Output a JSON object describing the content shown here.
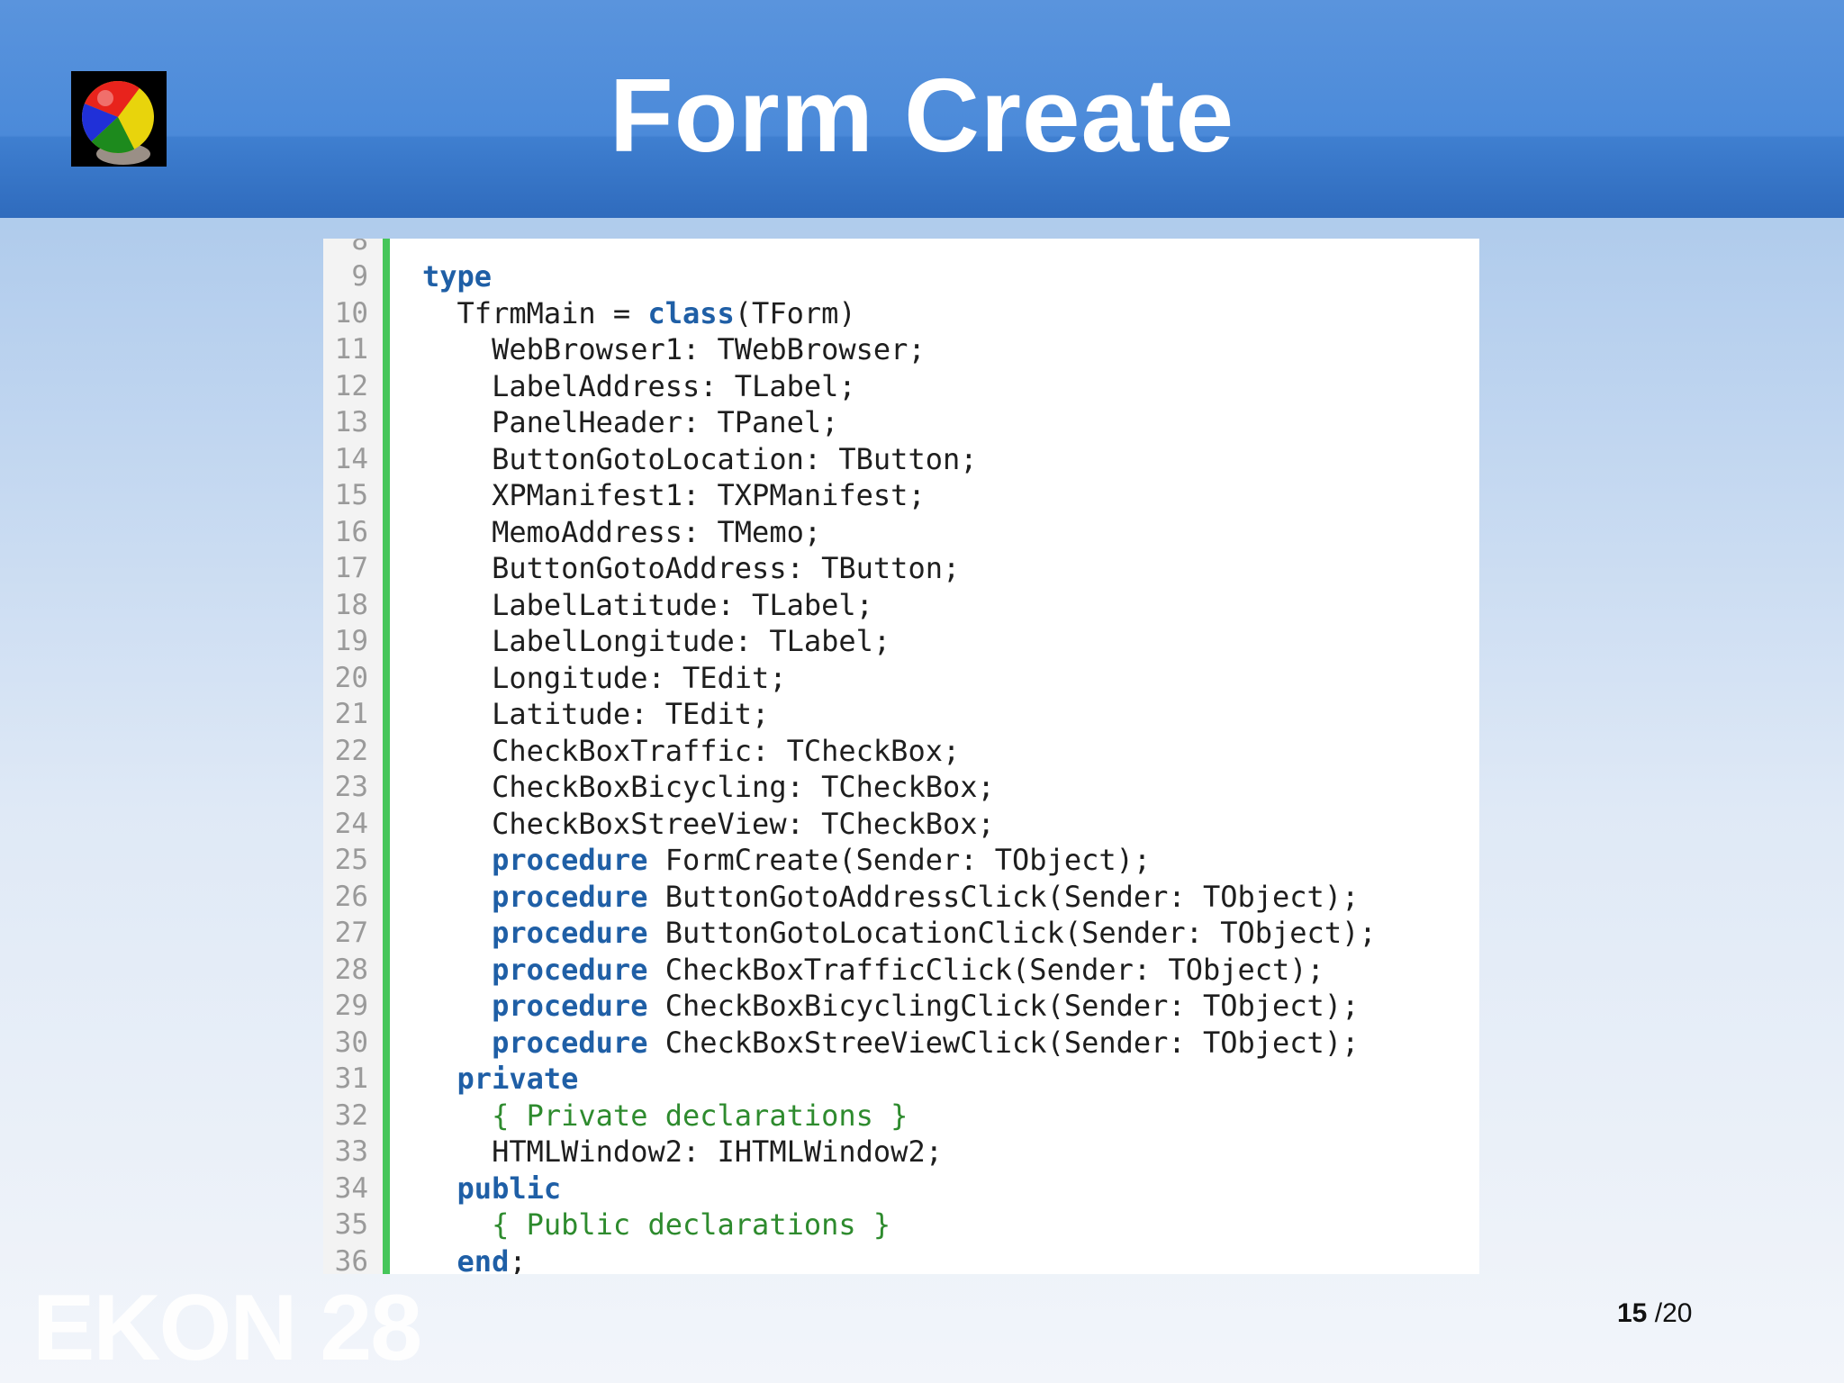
{
  "slide": {
    "title": "Form Create",
    "brand": "EKON 28",
    "page_current": "15",
    "page_separator": "/",
    "page_total": "20",
    "logo_icon": "colored-ball-logo-icon"
  },
  "code": {
    "partial_top_line_number": "8",
    "lines": [
      {
        "n": "9",
        "segments": [
          {
            "t": "type",
            "c": "kw"
          }
        ]
      },
      {
        "n": "10",
        "segments": [
          {
            "t": "  TfrmMain = ",
            "c": ""
          },
          {
            "t": "class",
            "c": "kw"
          },
          {
            "t": "(TForm)",
            "c": ""
          }
        ]
      },
      {
        "n": "11",
        "segments": [
          {
            "t": "    WebBrowser1: TWebBrowser;",
            "c": ""
          }
        ]
      },
      {
        "n": "12",
        "segments": [
          {
            "t": "    LabelAddress: TLabel;",
            "c": ""
          }
        ]
      },
      {
        "n": "13",
        "segments": [
          {
            "t": "    PanelHeader: TPanel;",
            "c": ""
          }
        ]
      },
      {
        "n": "14",
        "segments": [
          {
            "t": "    ButtonGotoLocation: TButton;",
            "c": ""
          }
        ]
      },
      {
        "n": "15",
        "segments": [
          {
            "t": "    XPManifest1: TXPManifest;",
            "c": ""
          }
        ]
      },
      {
        "n": "16",
        "segments": [
          {
            "t": "    MemoAddress: TMemo;",
            "c": ""
          }
        ]
      },
      {
        "n": "17",
        "segments": [
          {
            "t": "    ButtonGotoAddress: TButton;",
            "c": ""
          }
        ]
      },
      {
        "n": "18",
        "segments": [
          {
            "t": "    LabelLatitude: TLabel;",
            "c": ""
          }
        ]
      },
      {
        "n": "19",
        "segments": [
          {
            "t": "    LabelLongitude: TLabel;",
            "c": ""
          }
        ]
      },
      {
        "n": "20",
        "segments": [
          {
            "t": "    Longitude: TEdit;",
            "c": ""
          }
        ]
      },
      {
        "n": "21",
        "segments": [
          {
            "t": "    Latitude: TEdit;",
            "c": ""
          }
        ]
      },
      {
        "n": "22",
        "segments": [
          {
            "t": "    CheckBoxTraffic: TCheckBox;",
            "c": ""
          }
        ]
      },
      {
        "n": "23",
        "segments": [
          {
            "t": "    CheckBoxBicycling: TCheckBox;",
            "c": ""
          }
        ]
      },
      {
        "n": "24",
        "segments": [
          {
            "t": "    CheckBoxStreeView: TCheckBox;",
            "c": ""
          }
        ]
      },
      {
        "n": "25",
        "segments": [
          {
            "t": "    ",
            "c": ""
          },
          {
            "t": "procedure",
            "c": "kw"
          },
          {
            "t": " FormCreate(Sender: TObject);",
            "c": ""
          }
        ]
      },
      {
        "n": "26",
        "segments": [
          {
            "t": "    ",
            "c": ""
          },
          {
            "t": "procedure",
            "c": "kw"
          },
          {
            "t": " ButtonGotoAddressClick(Sender: TObject);",
            "c": ""
          }
        ]
      },
      {
        "n": "27",
        "segments": [
          {
            "t": "    ",
            "c": ""
          },
          {
            "t": "procedure",
            "c": "kw"
          },
          {
            "t": " ButtonGotoLocationClick(Sender: TObject);",
            "c": ""
          }
        ]
      },
      {
        "n": "28",
        "segments": [
          {
            "t": "    ",
            "c": ""
          },
          {
            "t": "procedure",
            "c": "kw"
          },
          {
            "t": " CheckBoxTrafficClick(Sender: TObject);",
            "c": ""
          }
        ]
      },
      {
        "n": "29",
        "segments": [
          {
            "t": "    ",
            "c": ""
          },
          {
            "t": "procedure",
            "c": "kw"
          },
          {
            "t": " CheckBoxBicyclingClick(Sender: TObject);",
            "c": ""
          }
        ]
      },
      {
        "n": "30",
        "segments": [
          {
            "t": "    ",
            "c": ""
          },
          {
            "t": "procedure",
            "c": "kw"
          },
          {
            "t": " CheckBoxStreeViewClick(Sender: TObject);",
            "c": ""
          }
        ]
      },
      {
        "n": "31",
        "segments": [
          {
            "t": "  ",
            "c": ""
          },
          {
            "t": "private",
            "c": "kw"
          }
        ]
      },
      {
        "n": "32",
        "segments": [
          {
            "t": "    ",
            "c": ""
          },
          {
            "t": "{ Private declarations }",
            "c": "cm"
          }
        ]
      },
      {
        "n": "33",
        "segments": [
          {
            "t": "    HTMLWindow2: IHTMLWindow2;",
            "c": ""
          }
        ]
      },
      {
        "n": "34",
        "segments": [
          {
            "t": "  ",
            "c": ""
          },
          {
            "t": "public",
            "c": "kw"
          }
        ]
      },
      {
        "n": "35",
        "segments": [
          {
            "t": "    ",
            "c": ""
          },
          {
            "t": "{ Public declarations }",
            "c": "cm"
          }
        ]
      },
      {
        "n": "36",
        "segments": [
          {
            "t": "  ",
            "c": ""
          },
          {
            "t": "end",
            "c": "kw"
          },
          {
            "t": ";",
            "c": ""
          }
        ]
      }
    ]
  },
  "colors": {
    "keyword": "#1f5fa6",
    "comment": "#2e8b2e",
    "gutter_bar": "#46c65a",
    "header": "#4b8ad9"
  }
}
